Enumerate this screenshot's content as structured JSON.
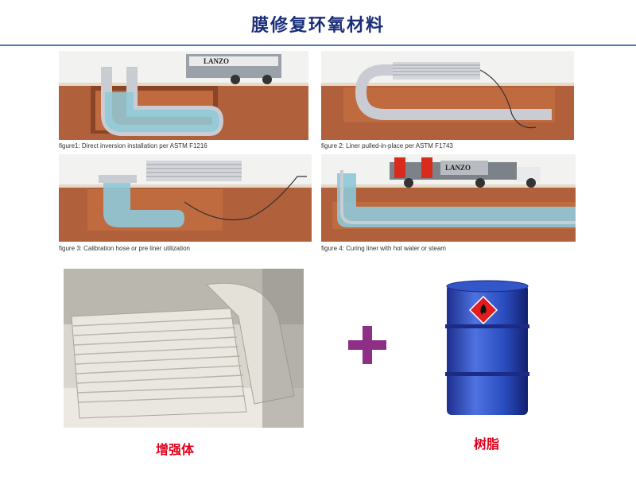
{
  "title": "膜修复环氧材料",
  "colors": {
    "title": "#1a2f7a",
    "rule": "#4a76b8",
    "soil": "#b0603a",
    "soil_dark": "#8a4527",
    "water": "#8dc9d8",
    "pipe": "#c9ccd2",
    "plus": "#8e2f86",
    "barrel": "#2a4ec0",
    "label_red": "#e0001b"
  },
  "figures": [
    {
      "caption": "figure1: Direct inversion installation per ASTM F1216",
      "truck_text": "LANZO"
    },
    {
      "caption": "figure 2: Liner pulled-in-place per ASTM F1743"
    },
    {
      "caption": "figure 3: Calibration hose or pre liner utilization"
    },
    {
      "caption": "figure 4: Curing liner with hot water or steam",
      "truck_text": "LANZO"
    }
  ],
  "labels": {
    "reinforcement": "增强体",
    "resin": "树脂"
  },
  "icons": {
    "plus": "plus-icon",
    "hazard": "flammable-icon"
  }
}
